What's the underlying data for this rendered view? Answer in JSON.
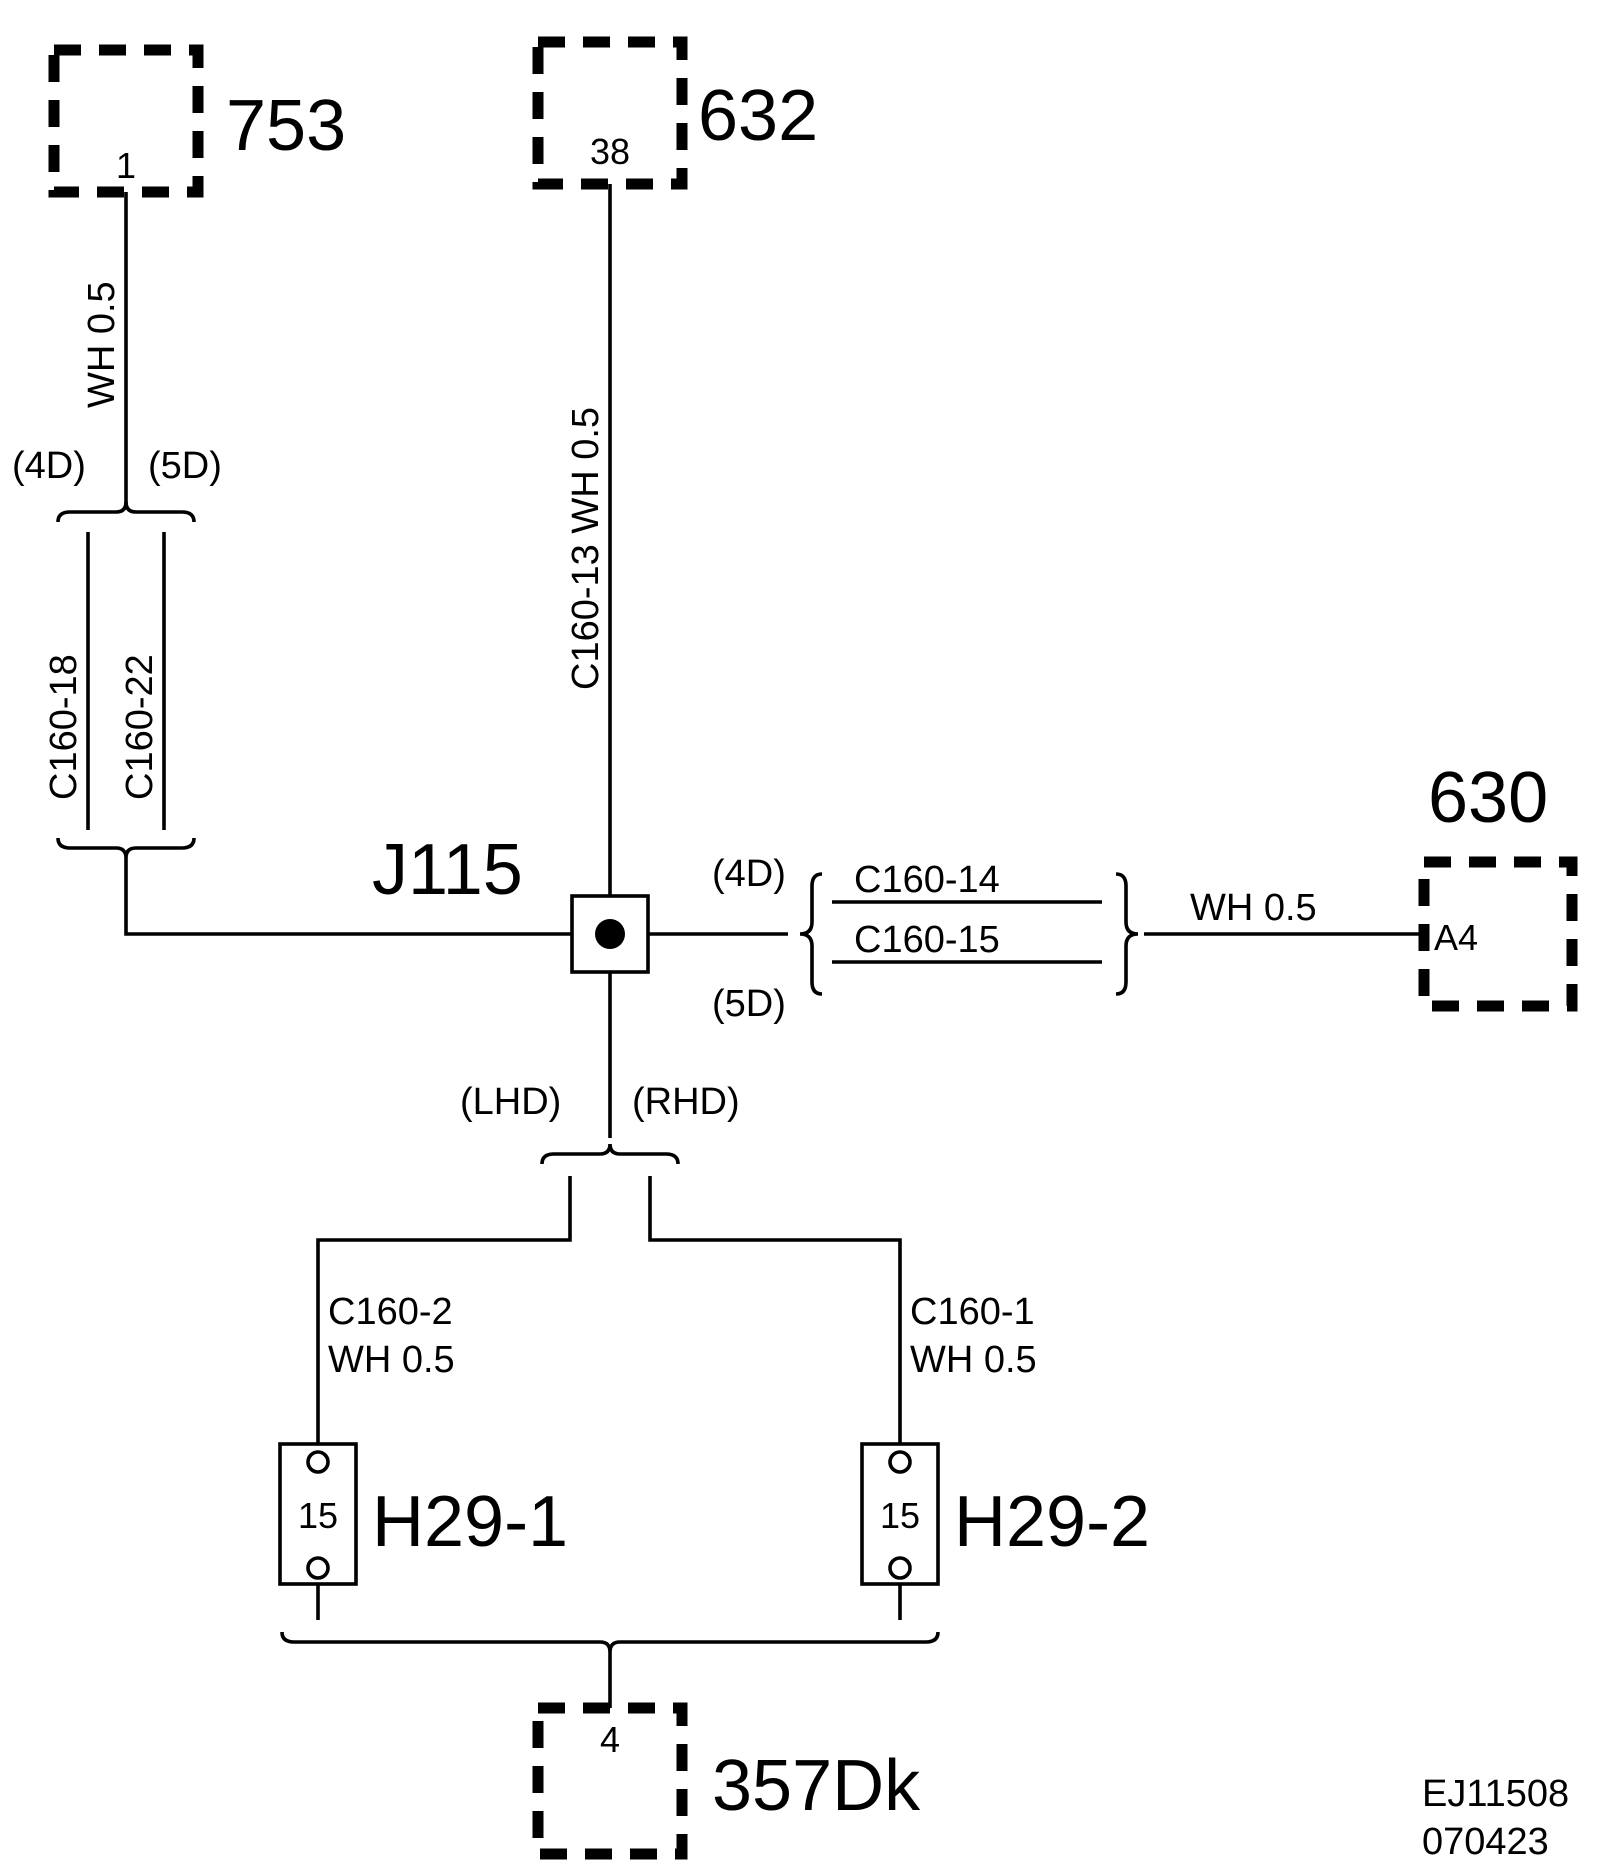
{
  "components": {
    "c753": {
      "name": "753",
      "pin": "1"
    },
    "c632": {
      "name": "632",
      "pin": "38"
    },
    "c630": {
      "name": "630",
      "pin": "A4"
    },
    "c357": {
      "name": "357Dk",
      "pin": "4"
    },
    "j115": {
      "name": "J115"
    },
    "h29_1": {
      "name": "H29-1",
      "pin": "15"
    },
    "h29_2": {
      "name": "H29-2",
      "pin": "15"
    }
  },
  "wires": {
    "w753": "WH 0.5",
    "w632": "C160-13  WH 0.5",
    "c160_18": "C160-18",
    "c160_22": "C160-22",
    "c160_14": "C160-14",
    "c160_15": "C160-15",
    "w630": "WH   0.5",
    "c160_2": "C160-2",
    "c160_2_spec": "WH 0.5",
    "c160_1": "C160-1",
    "c160_1_spec": "WH 0.5"
  },
  "variants": {
    "left_4d": "(4D)",
    "left_5d": "(5D)",
    "right_4d": "(4D)",
    "right_5d": "(5D)",
    "lhd": "(LHD)",
    "rhd": "(RHD)"
  },
  "footer": {
    "ref": "EJ11508",
    "date": "070423"
  }
}
